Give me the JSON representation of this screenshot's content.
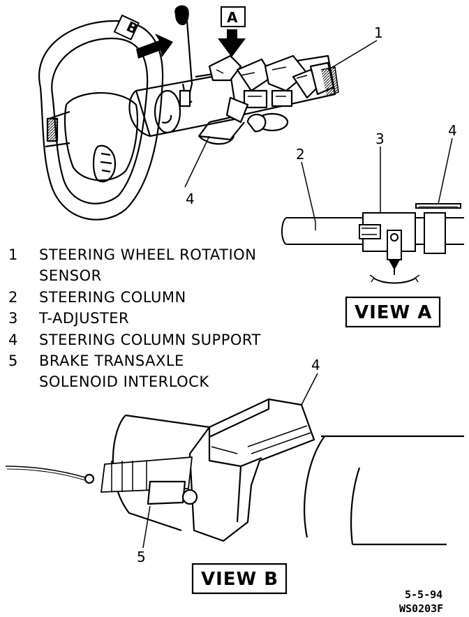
{
  "callouts": {
    "top_1": "1",
    "top_4": "4",
    "viewa_2": "2",
    "viewa_3": "3",
    "viewa_4": "4",
    "viewb_4": "4",
    "viewb_5": "5"
  },
  "arrows": {
    "b": "B",
    "a": "A"
  },
  "legend": [
    {
      "num": "1",
      "lines": [
        "STEERING WHEEL ROTATION",
        "SENSOR"
      ]
    },
    {
      "num": "2",
      "lines": [
        "STEERING COLUMN"
      ]
    },
    {
      "num": "3",
      "lines": [
        "T-ADJUSTER"
      ]
    },
    {
      "num": "4",
      "lines": [
        "STEERING COLUMN SUPPORT"
      ]
    },
    {
      "num": "5",
      "lines": [
        "BRAKE TRANSAXLE",
        "SOLENOID INTERLOCK"
      ]
    }
  ],
  "views": {
    "a": "VIEW A",
    "b": "VIEW B"
  },
  "reference": {
    "date": "5-5-94",
    "code": "WS0203F"
  }
}
